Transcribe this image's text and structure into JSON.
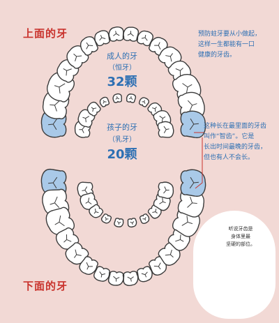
{
  "labels": {
    "upper_teeth": "上面的牙",
    "lower_teeth": "下面的牙"
  },
  "adult": {
    "title": "成人的牙",
    "subtitle": "（恒牙）",
    "count": "32颗"
  },
  "child": {
    "title": "孩子的牙",
    "subtitle": "（乳牙）",
    "count": "20颗"
  },
  "notes": {
    "top": [
      "预防蛀牙要从小做起，",
      "这样一生都能有一口",
      "健康的牙齿。"
    ],
    "wisdom": [
      "这种长在最里面的牙齿",
      "叫作“智齿”。它是",
      "长出时间最晚的牙齿，",
      "但也有人不会长。"
    ]
  },
  "bubble": {
    "text": [
      "听说牙齿是",
      "身体里最",
      "坚硬的部位。"
    ]
  },
  "colors": {
    "background": "#f2d9d5",
    "label_red": "#c9332d",
    "text_blue": "#2c6fb3",
    "wisdom_tooth": "#a9c9e8",
    "tooth": "#ffffff"
  }
}
